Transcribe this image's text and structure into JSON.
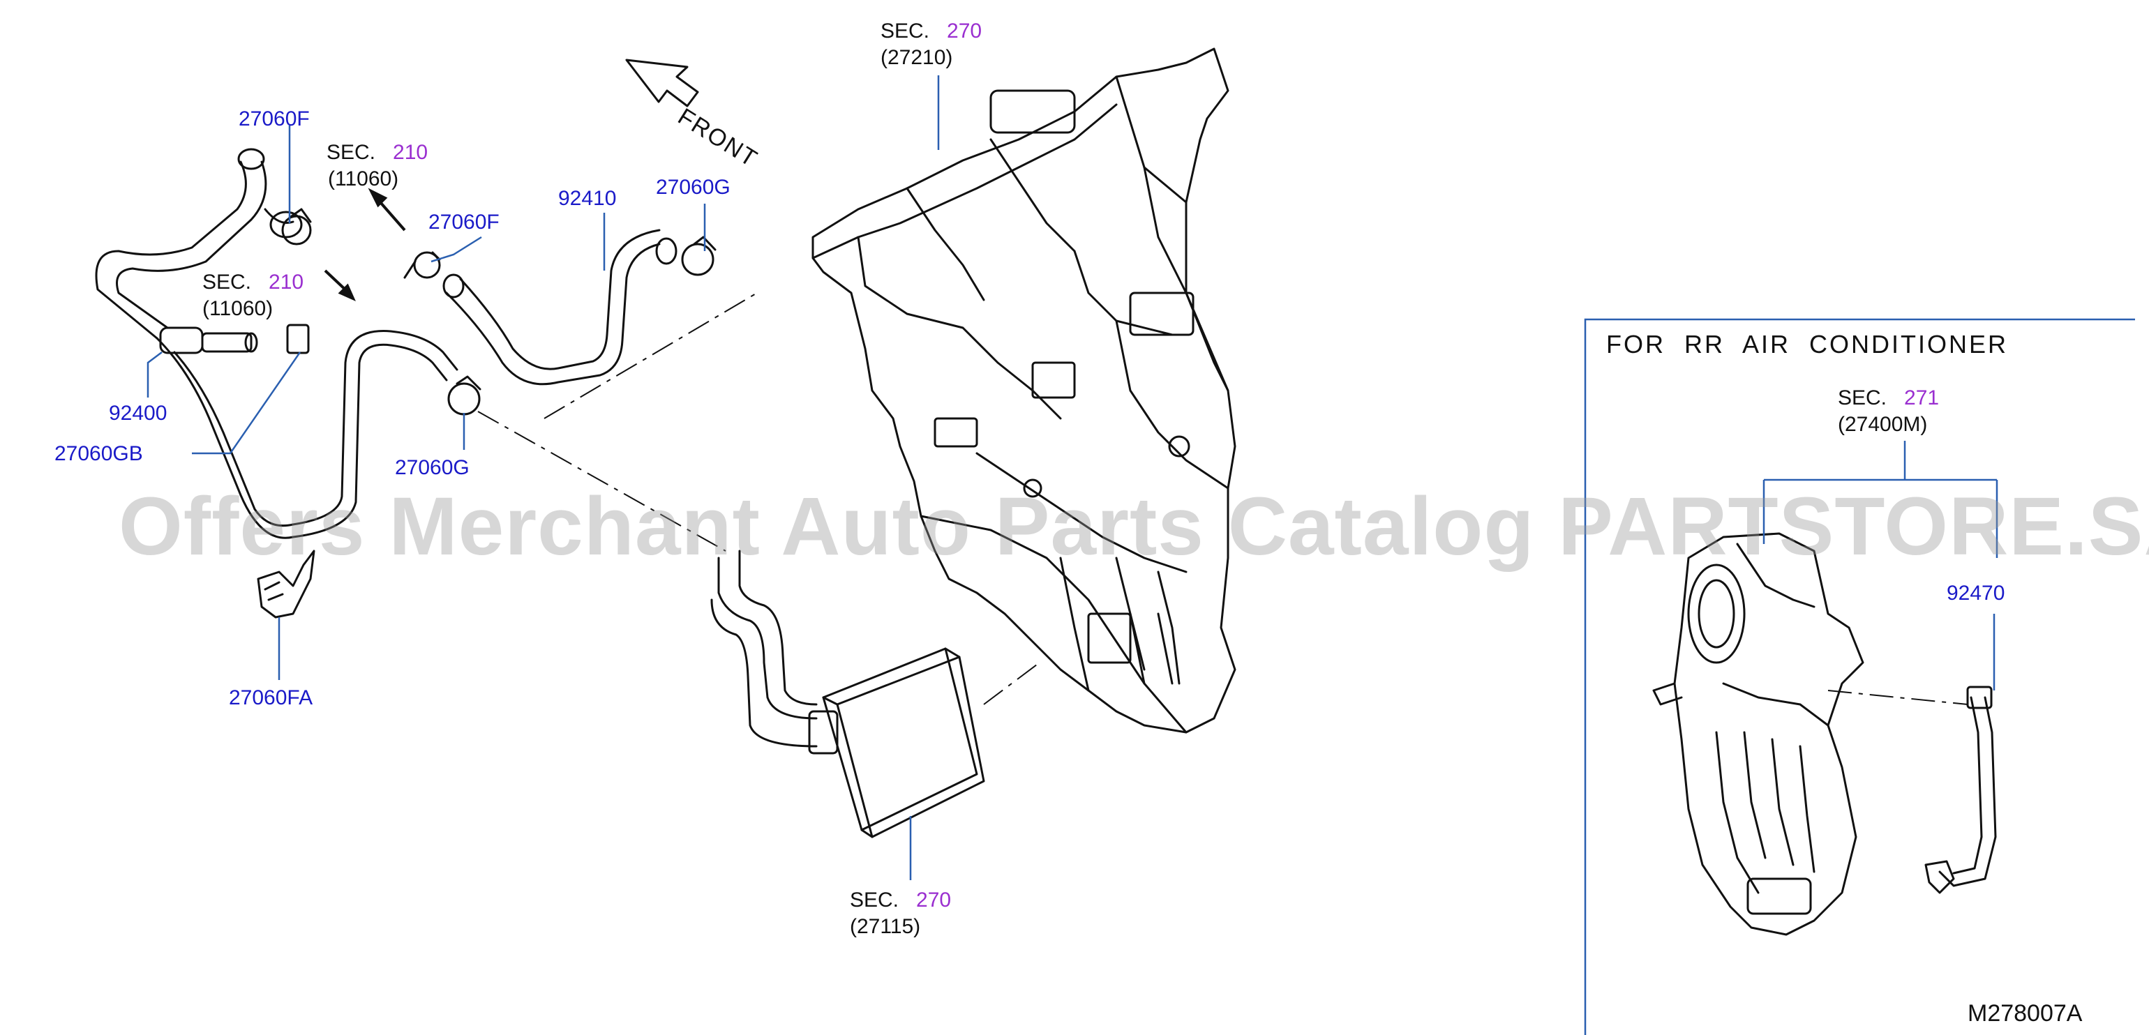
{
  "watermark": "Offers Merchant Auto Parts Catalog PARTSTORE.SA",
  "front_label": "FRONT",
  "rr_panel_title": "FOR RR AIR CONDITIONER",
  "diagram_code": "M278007A",
  "part_numbers": {
    "p27060F_top": "27060F",
    "p27060F_mid": "27060F",
    "p92410": "92410",
    "p27060G_top": "27060G",
    "p92400": "92400",
    "p27060GB": "27060GB",
    "p27060G_mid": "27060G",
    "p27060FA": "27060FA",
    "p92470": "92470"
  },
  "section_refs": {
    "sec210_a": {
      "label": "SEC.",
      "num": "210",
      "code": "(11060)"
    },
    "sec210_b": {
      "label": "SEC.",
      "num": "210",
      "code": "(11060)"
    },
    "sec270_top": {
      "label": "SEC.",
      "num": "270",
      "code": "(27210)"
    },
    "sec270_bottom": {
      "label": "SEC.",
      "num": "270",
      "code": "(27115)"
    },
    "sec271": {
      "label": "SEC.",
      "num": "271",
      "code": "(27400M)"
    }
  },
  "colors": {
    "part_number": "#1a1ac8",
    "section_number": "#9a2fd0",
    "line_art": "#111111",
    "leader": "#2a5fb0",
    "watermark": "#969696"
  }
}
